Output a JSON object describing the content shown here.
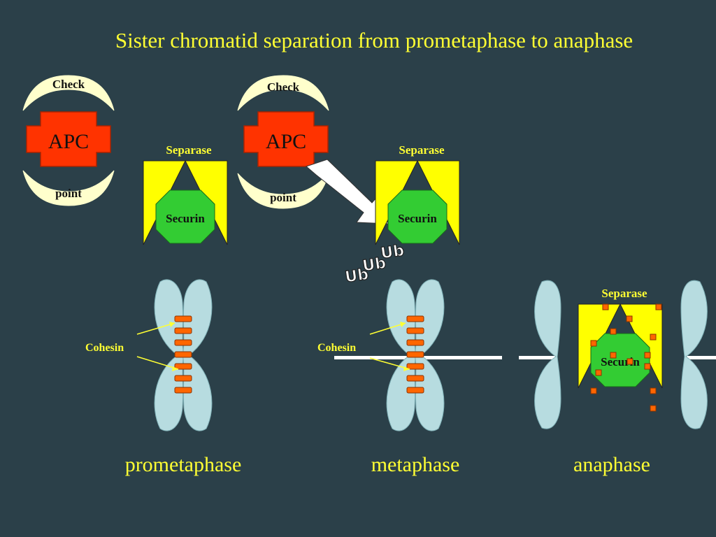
{
  "title": "Sister chromatid separation from prometaphase to anaphase",
  "checkpoint": {
    "top_label": "Check",
    "bottom_label": "point",
    "complex_label": "APC"
  },
  "separase_label": "Separase",
  "securin_label": "Securin",
  "cohesin_label": "Cohesin",
  "ubiquitin_tags": [
    "Ub",
    "Ub",
    "Ub"
  ],
  "phases": [
    "prometaphase",
    "metaphase",
    "anaphase"
  ],
  "colors": {
    "background": "#2b4049",
    "title_text": "#ffff33",
    "label_text": "#ffff33",
    "apc": "#ff3300",
    "separase": "#ffff00",
    "securin": "#33cc33",
    "chromatid": "#b7dce0",
    "cohesin": "#ff6600",
    "crescent": "#ffffcc"
  }
}
